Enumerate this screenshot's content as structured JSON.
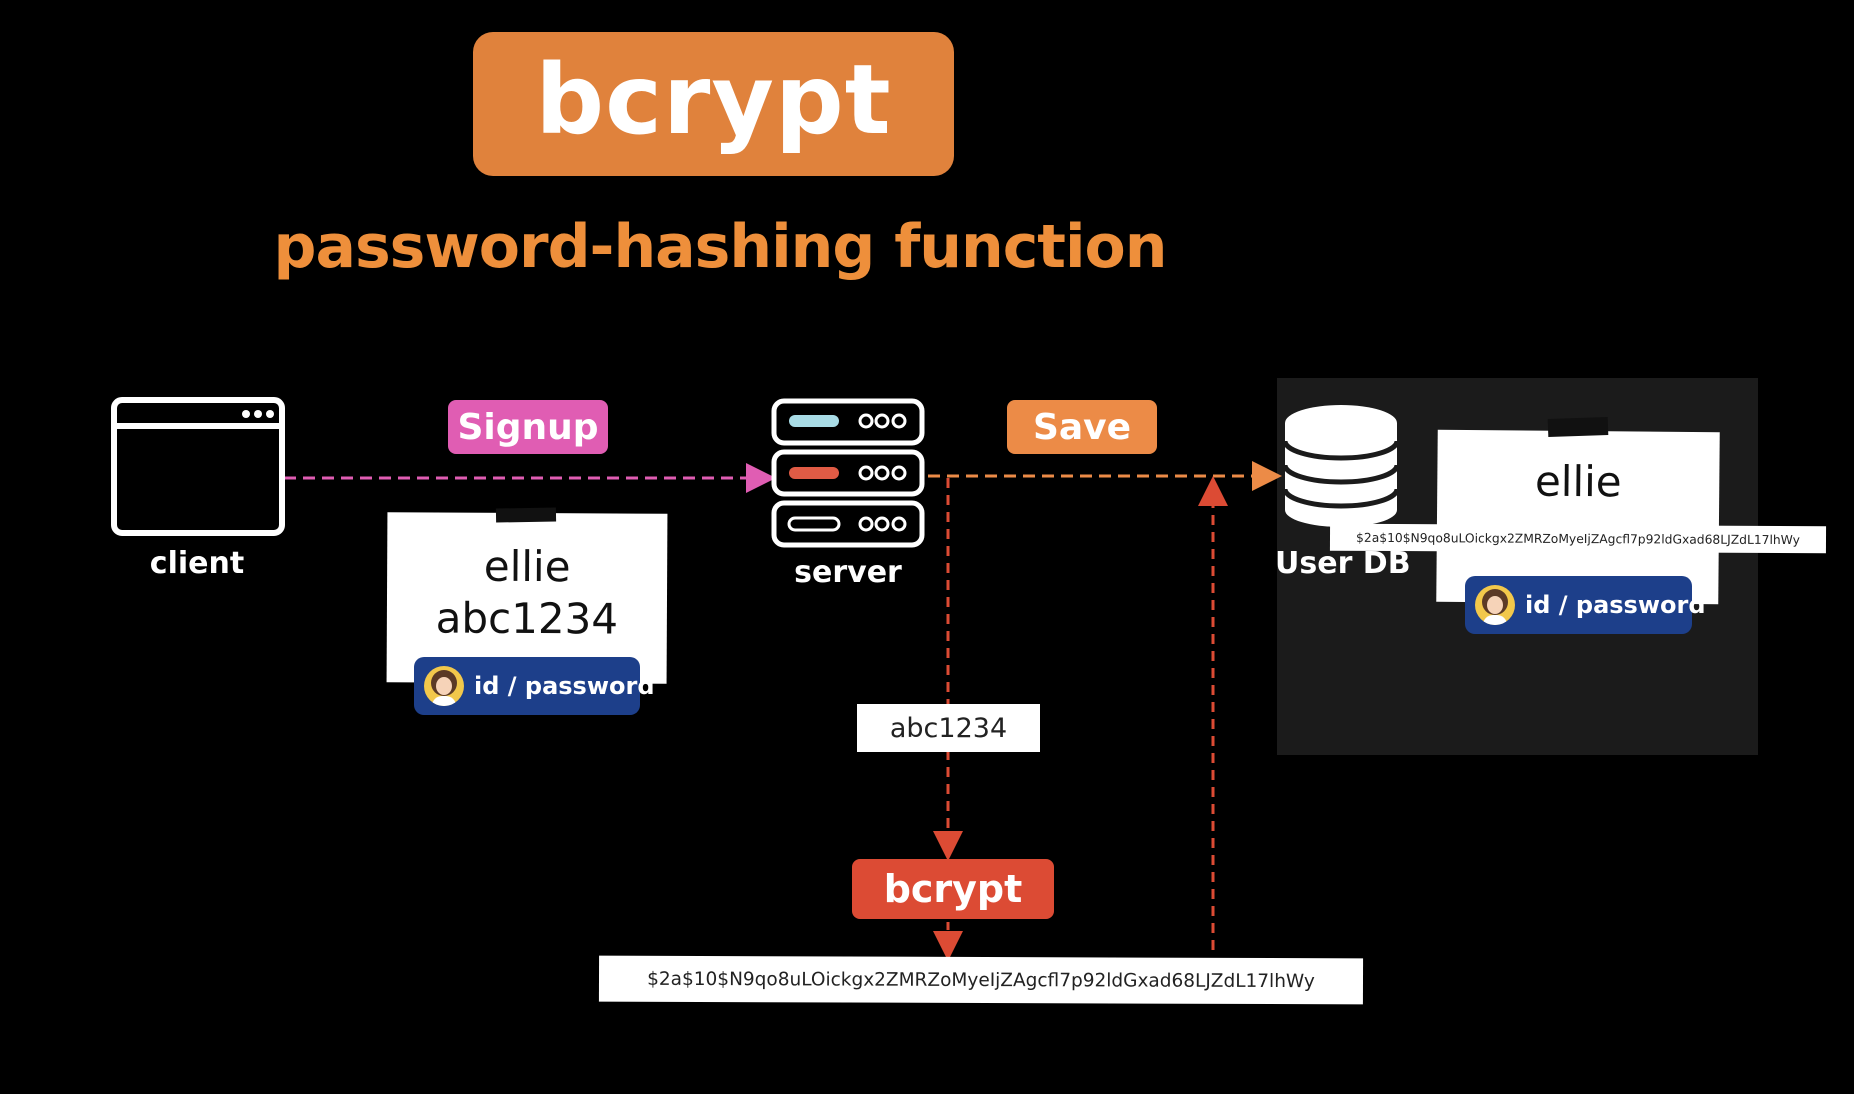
{
  "title": "bcrypt",
  "subtitle": "password-hashing function",
  "nodes": {
    "client": "client",
    "server": "server",
    "db": "User DB"
  },
  "tags": {
    "signup": "Signup",
    "save": "Save",
    "bcrypt": "bcrypt"
  },
  "credentials": {
    "id": "ellie",
    "password": "abc1234",
    "badge_label": "id / password"
  },
  "stored": {
    "id": "ellie",
    "badge_label": "id / password"
  },
  "hash_input": "abc1234",
  "hash_value": "$2a$10$N9qo8uLOickgx2ZMRZoMyeIjZAgcfl7p92ldGxad68LJZdL17lhWy",
  "colors": {
    "title_bg": "#e0823c",
    "subtitle": "#ee8f3b",
    "signup": "#e05db3",
    "save": "#ec8b47",
    "bcrypt": "#dc4b34",
    "badge": "#1d3f8a"
  }
}
